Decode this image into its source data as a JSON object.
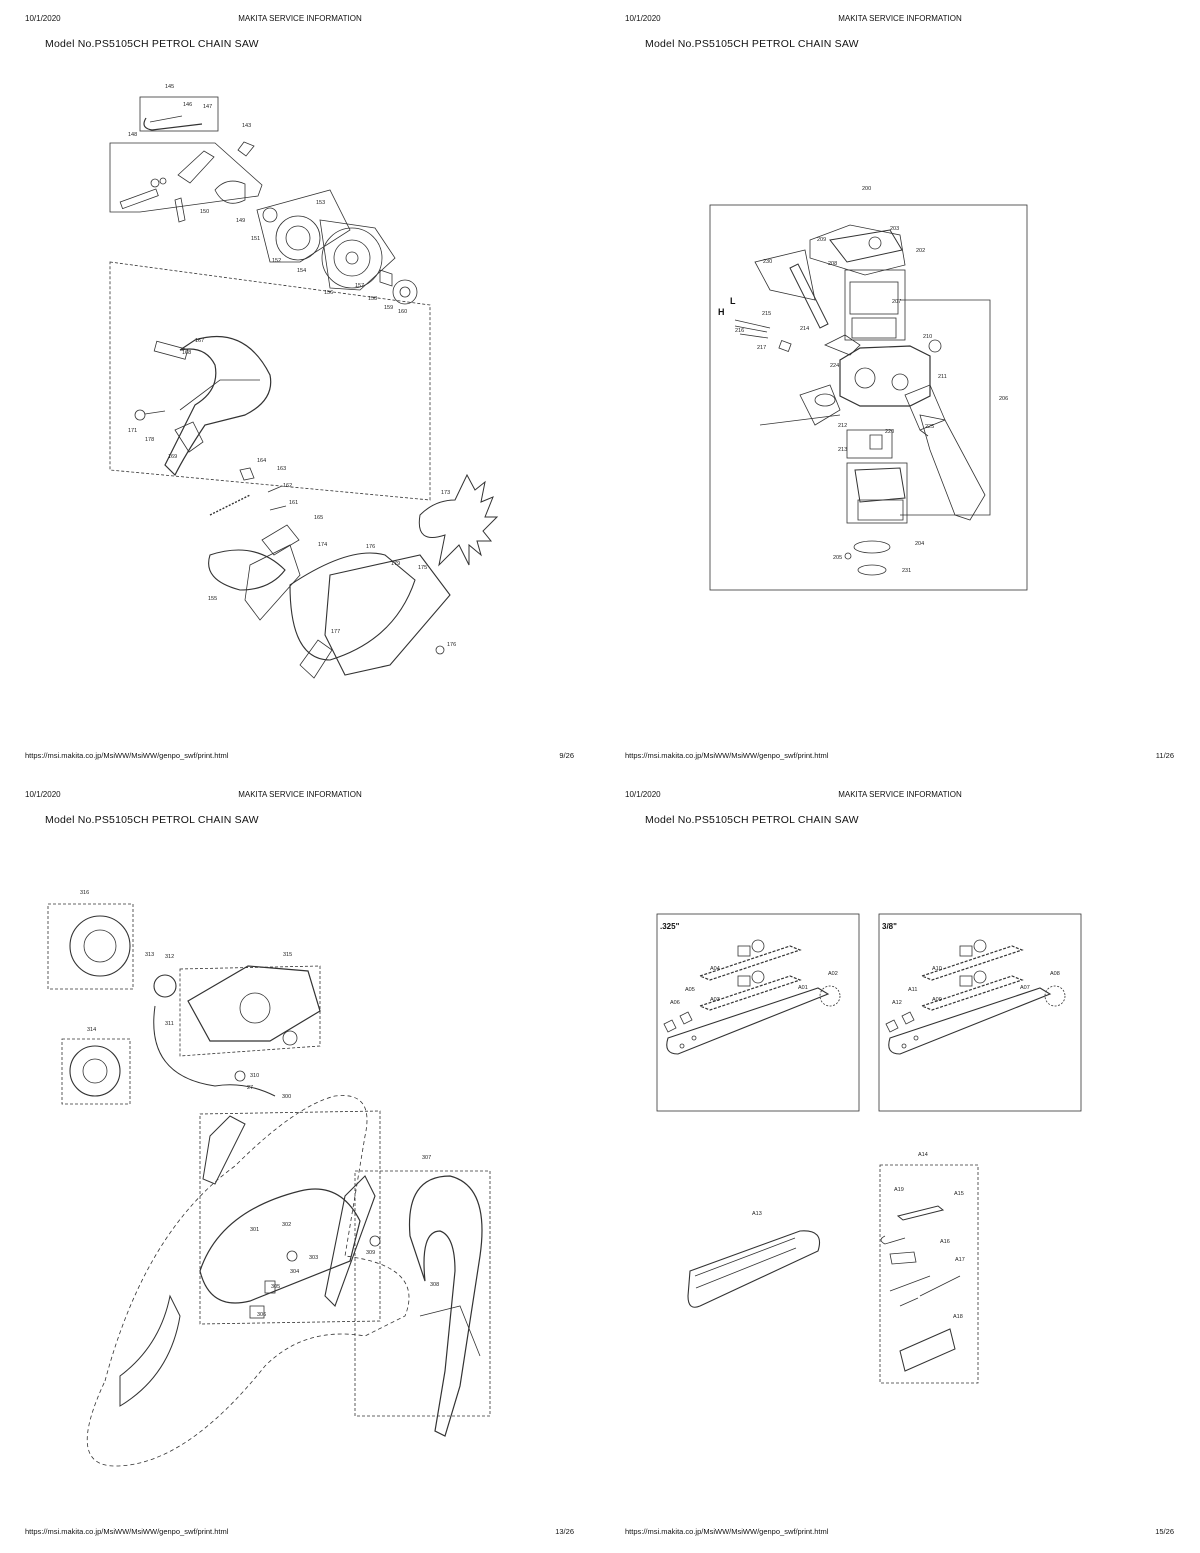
{
  "header": {
    "date": "10/1/2020",
    "title": "MAKITA SERVICE INFORMATION",
    "model": "Model No.PS5105CH PETROL CHAIN SAW"
  },
  "footer": {
    "url": "https://msi.makita.co.jp/MsiWW/MsiWW/genpo_swf/print.html"
  },
  "pages": [
    {
      "page": "9/26",
      "parts": [
        "145",
        "146",
        "147",
        "148",
        "143",
        "149",
        "150",
        "151",
        "152",
        "153",
        "154",
        "156",
        "157",
        "158",
        "159",
        "160",
        "167",
        "168",
        "171",
        "178",
        "169",
        "164",
        "163",
        "162",
        "161",
        "165",
        "174",
        "176",
        "173",
        "155",
        "179",
        "175",
        "177",
        "176"
      ]
    },
    {
      "page": "11/26",
      "parts": [
        "200",
        "203",
        "209",
        "202",
        "230",
        "208",
        "207",
        "L",
        "H",
        "215",
        "216",
        "214",
        "217",
        "224",
        "210",
        "211",
        "206",
        "212",
        "220",
        "225",
        "213",
        "204",
        "205",
        "231"
      ]
    },
    {
      "page": "13/26",
      "parts": [
        "316",
        "313",
        "312",
        "315",
        "311",
        "314",
        "310",
        "27",
        "300",
        "307",
        "301",
        "302",
        "303",
        "309",
        "304",
        "305",
        "306",
        "308"
      ]
    },
    {
      "page": "15/26",
      "parts": [
        ".325\"",
        "A04",
        "A02",
        "A05",
        "A06",
        "A03",
        "A01",
        "3/8\"",
        "A10",
        "A08",
        "A11",
        "A12",
        "A09",
        "A07",
        "A14",
        "A19",
        "A15",
        "A13",
        "A16",
        "A17",
        "A18"
      ]
    }
  ]
}
